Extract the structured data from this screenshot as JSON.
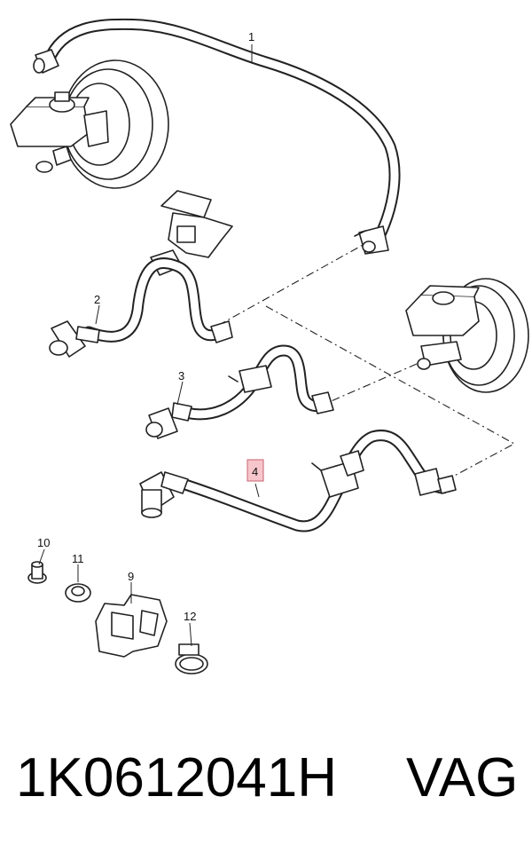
{
  "callouts": {
    "c1": "1",
    "c2": "2",
    "c3": "3",
    "c4": "4",
    "c9": "9",
    "c10": "10",
    "c11": "11",
    "c12": "12"
  },
  "highlight_color": "#f7c6cc",
  "caption": {
    "part_number": "1K0612041H",
    "brand": "VAG"
  }
}
